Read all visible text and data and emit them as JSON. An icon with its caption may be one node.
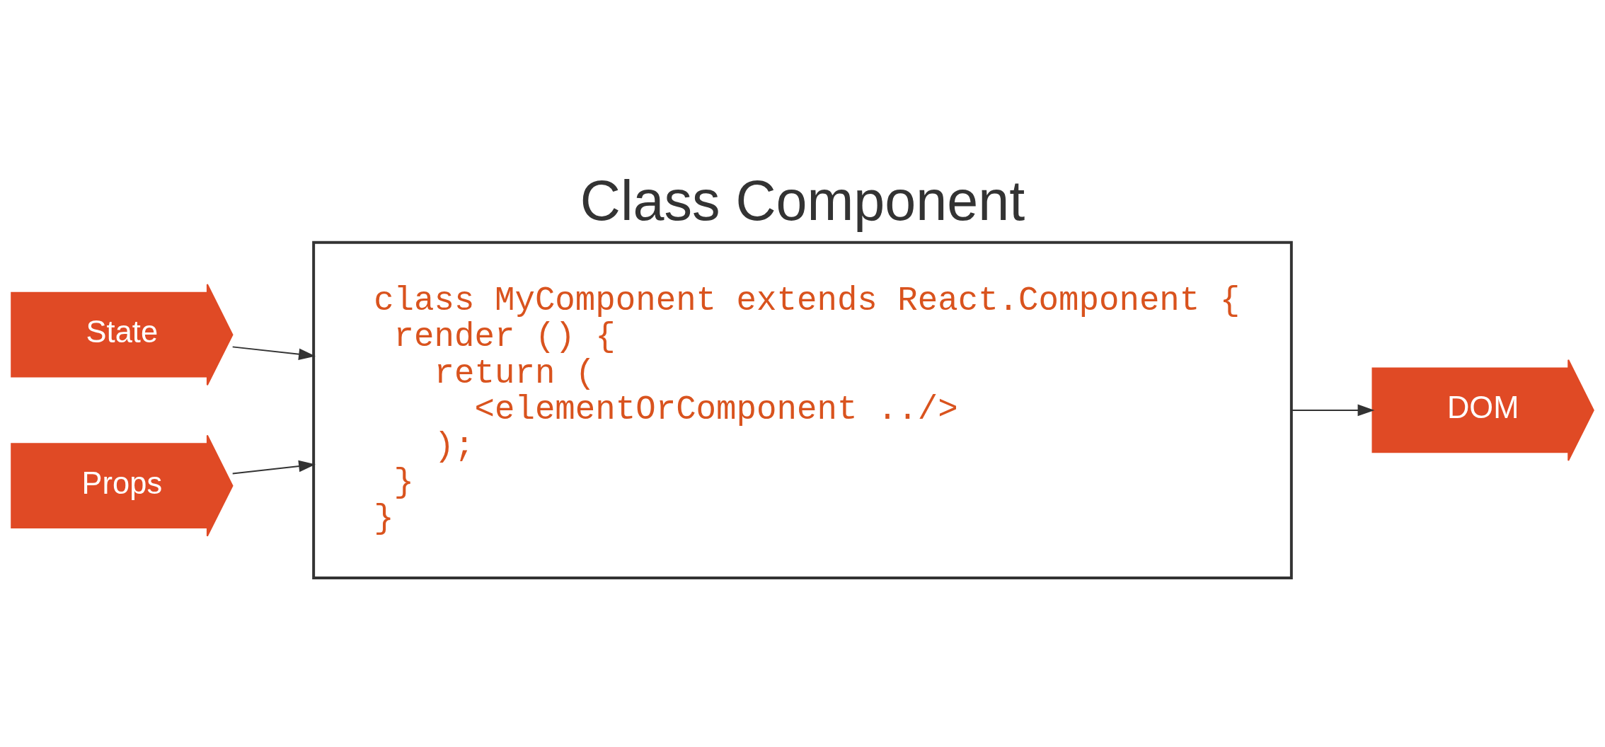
{
  "diagram": {
    "title": "Class Component",
    "nodes": [
      {
        "text": [
          "State"
        ]
      },
      {
        "text": [
          "Props"
        ]
      },
      {
        "text": [
          "class MyComponent extends React.Component {",
          "  render () {",
          "    return (",
          "      <elementOrComponent ../>",
          "    );",
          "  }",
          "}"
        ]
      },
      {
        "text": [
          "DOM"
        ]
      }
    ],
    "edges": [
      {
        "from": 0,
        "to": 2,
        "arrow": "to"
      },
      {
        "from": 1,
        "to": 2,
        "arrow": "to"
      },
      {
        "from": 2,
        "to": 3,
        "arrow": "to"
      }
    ]
  }
}
